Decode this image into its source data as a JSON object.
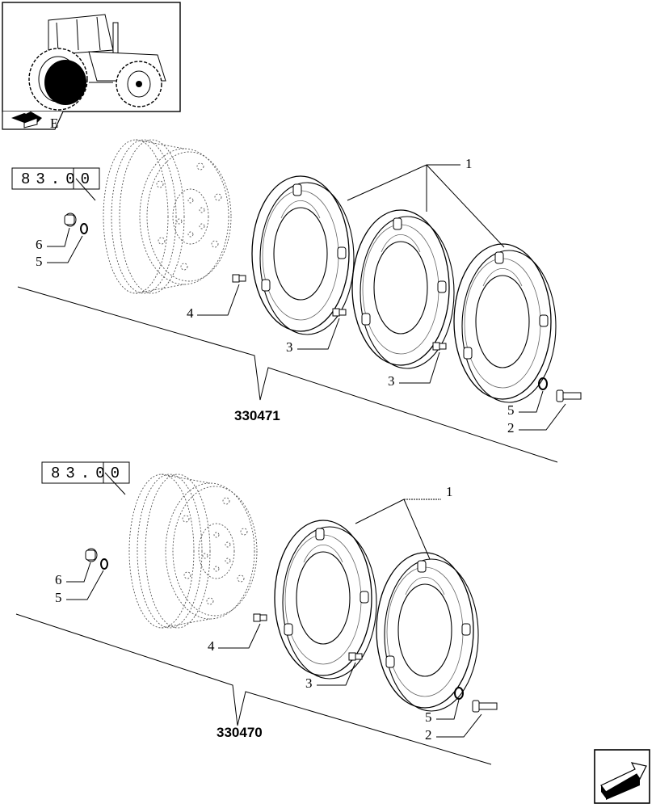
{
  "thumbnail": {
    "corner_mark": "E"
  },
  "assemblies": [
    {
      "code": "330471",
      "ref_box": "83.00",
      "labels": [
        "1",
        "6",
        "5",
        "4",
        "3",
        "3",
        "5",
        "2"
      ]
    },
    {
      "code": "330470",
      "ref_box": "83.00",
      "labels": [
        "1",
        "6",
        "5",
        "4",
        "3",
        "5",
        "2"
      ]
    }
  ]
}
